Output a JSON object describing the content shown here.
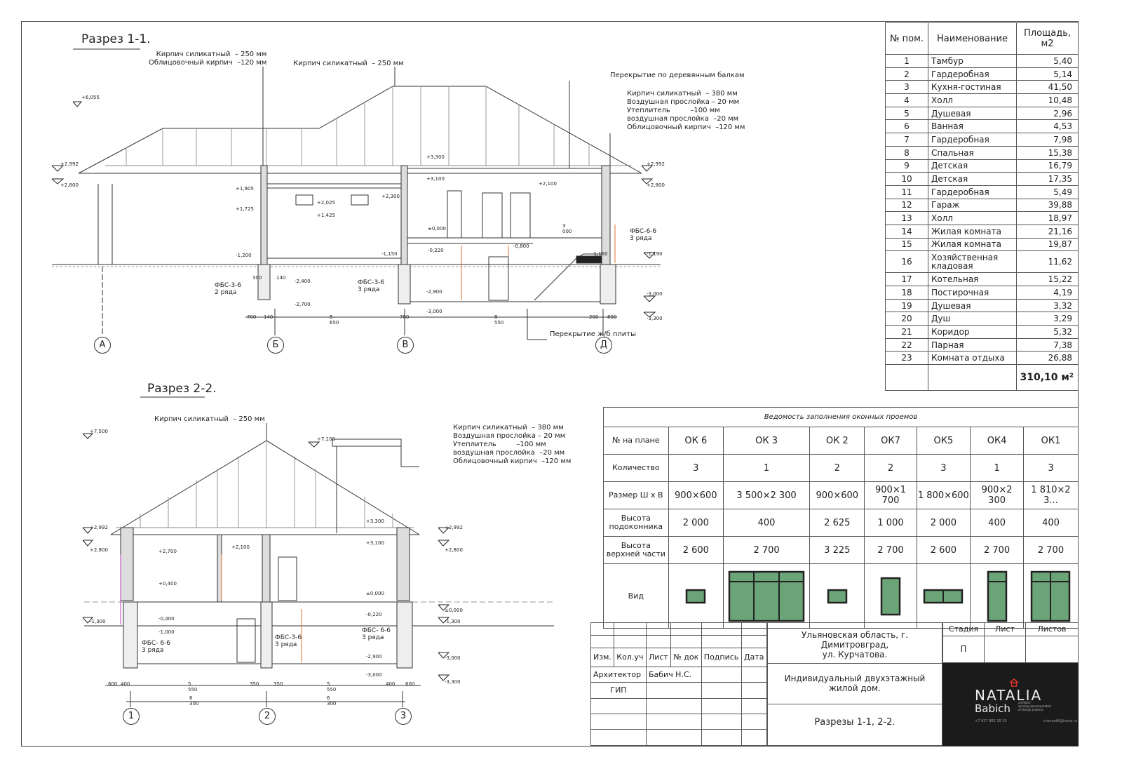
{
  "section1": {
    "title": "Разрез 1-1.",
    "note_wall1": "Кирпич силикатный  – 250 мм\nОблицовочный кирпич  –120 мм",
    "note_wall2": "Кирпич силикатный  – 250 мм",
    "note_overlap": "Перекрытие по деревянным балкам",
    "note_wall3": "Кирпич силикатный  – 380 мм\nВоздушная прослойка – 20 мм\nУтеплитель         –100 мм\nвоздушная прослойка  –20 мм\nОблицовочный кирпич  –120 мм",
    "note_slab": "Перекрытие ж/б плиты",
    "marks": [
      "+6,055",
      "+2,992",
      "+2,800",
      "+1,905",
      "+1,725",
      "-1,200",
      "+3,300",
      "+3,100",
      "+2,025",
      "+1,425",
      "+2,300",
      "±0,000",
      "-0,220",
      "-1,150",
      "+2,100",
      "-0,800",
      "+2,992",
      "+2,800",
      "-1,160",
      "-1,190",
      "-2,400",
      "-2,700",
      "-2,900",
      "-3,000",
      "-3,000",
      "-3,300"
    ],
    "fbs": [
      "ФБС-3-6\n2 ряда",
      "ФБС-3-6\n3 ряда",
      "ФБС-6-6\n3 ряда"
    ],
    "dims": [
      "700",
      "140",
      "5 650",
      "700",
      "8 550",
      "200",
      "800",
      "300",
      "140",
      "3 000"
    ],
    "axes": [
      "А",
      "Б",
      "В",
      "Д"
    ]
  },
  "section2": {
    "title": "Разрез 2-2.",
    "note_wall1": "Кирпич силикатный  – 250 мм",
    "note_wall2": "Кирпич силикатный  – 380 мм\nВоздушная прослойка – 20 мм\nУтеплитель         –100 мм\nвоздушная прослойка  –20 мм\nОблицовочный кирпич  –120 мм",
    "marks": [
      "+7,500",
      "+7,100",
      "+2,992",
      "+2,800",
      "+2,700",
      "+0,400",
      "-0,400",
      "-1,000",
      "-1,300",
      "+2,100",
      "+3,300",
      "+3,100",
      "±0,000",
      "-0,220",
      "-2,900",
      "-3,000",
      "+2,992",
      "+2,800",
      "±0,000",
      "-1,300",
      "-3,000",
      "-3,300"
    ],
    "fbs": [
      "ФБС- 6-6\n3 ряда",
      "ФБС-3-6\n3 ряда",
      "ФБС- 6-6\n3 ряда"
    ],
    "dims": [
      "600",
      "400",
      "5 550",
      "350",
      "350",
      "5 550",
      "400",
      "600"
    ],
    "dims_total": [
      "6 300",
      "6 300"
    ],
    "axes": [
      "1",
      "2",
      "3"
    ]
  },
  "rooms": {
    "headers": [
      "№ пом.",
      "Наименование",
      "Площадь, м2"
    ],
    "rows": [
      [
        "1",
        "Тамбур",
        "5,40"
      ],
      [
        "2",
        "Гардеробная",
        "5,14"
      ],
      [
        "3",
        "Кухня-гостиная",
        "41,50"
      ],
      [
        "4",
        "Холл",
        "10,48"
      ],
      [
        "5",
        "Душевая",
        "2,96"
      ],
      [
        "6",
        "Ванная",
        "4,53"
      ],
      [
        "7",
        "Гардеробная",
        "7,98"
      ],
      [
        "8",
        "Спальная",
        "15,38"
      ],
      [
        "9",
        "Детская",
        "16,79"
      ],
      [
        "10",
        "Детская",
        "17,35"
      ],
      [
        "11",
        "Гардеробная",
        "5,49"
      ],
      [
        "12",
        "Гараж",
        "39,88"
      ],
      [
        "13",
        "Холл",
        "18,97"
      ],
      [
        "14",
        "Жилая комната",
        "21,16"
      ],
      [
        "15",
        "Жилая комната",
        "19,87"
      ],
      [
        "16",
        "Хозяйственная кладовая",
        "11,62"
      ],
      [
        "17",
        "Котельная",
        "15,22"
      ],
      [
        "18",
        "Постирочная",
        "4,19"
      ],
      [
        "19",
        "Душевая",
        "3,32"
      ],
      [
        "20",
        "Душ",
        "3,29"
      ],
      [
        "21",
        "Коридор",
        "5,32"
      ],
      [
        "22",
        "Парная",
        "7,38"
      ],
      [
        "23",
        "Комната отдыха",
        "26,88"
      ]
    ],
    "total": "310,10 м²"
  },
  "windows": {
    "title": "Ведомость заполнения оконных проемов",
    "row_labels": [
      "№ на плане",
      "Количество",
      "Размер Ш х В",
      "Высота подоконника",
      "Высота верхней части",
      "Вид"
    ],
    "items": [
      {
        "id": "ОК 6",
        "qty": "3",
        "size": "900×600",
        "sill": "2 000",
        "top": "2 600"
      },
      {
        "id": "ОК 3",
        "qty": "1",
        "size": "3 500×2 300",
        "sill": "400",
        "top": "2 700"
      },
      {
        "id": "ОК 2",
        "qty": "2",
        "size": "900×600",
        "sill": "2 625",
        "top": "3 225"
      },
      {
        "id": "ОК7",
        "qty": "2",
        "size": "900×1 700",
        "sill": "1 000",
        "top": "2 700"
      },
      {
        "id": "ОК5",
        "qty": "3",
        "size": "1 800×600",
        "sill": "2 000",
        "top": "2 600"
      },
      {
        "id": "ОК4",
        "qty": "1",
        "size": "900×2 300",
        "sill": "400",
        "top": "2 700"
      },
      {
        "id": "ОК1",
        "qty": "3",
        "size": "1 810×2 3...",
        "sill": "400",
        "top": "2 700"
      }
    ],
    "glass_color": "#6aa477"
  },
  "stamp": {
    "address": "Ульяновская область, г. Димитровград,\nул. Курчатова.",
    "stage_label": "Стадия",
    "sheet_label": "Лист",
    "sheets_label": "Листов",
    "stage": "П",
    "col_headers": [
      "Изм.",
      "Кол.уч",
      "Лист",
      "№ док",
      "Подпись",
      "Дата"
    ],
    "architect_label": "Архитектор",
    "architect": "Бабич Н.С.",
    "gip_label": "ГИП",
    "project": "Индивидуальный двухэтажный\nжилой дом.",
    "sheet_title": "Разрезы 1-1, 2-2."
  },
  "logo": {
    "name1": "NATALIA",
    "name2": "Babich",
    "tag": "architect\nworking documentation\nof design projects",
    "phone": "+7 937 882 30 10",
    "email": "chesnet8@inbox.ru",
    "bg": "#1b1b1b"
  }
}
